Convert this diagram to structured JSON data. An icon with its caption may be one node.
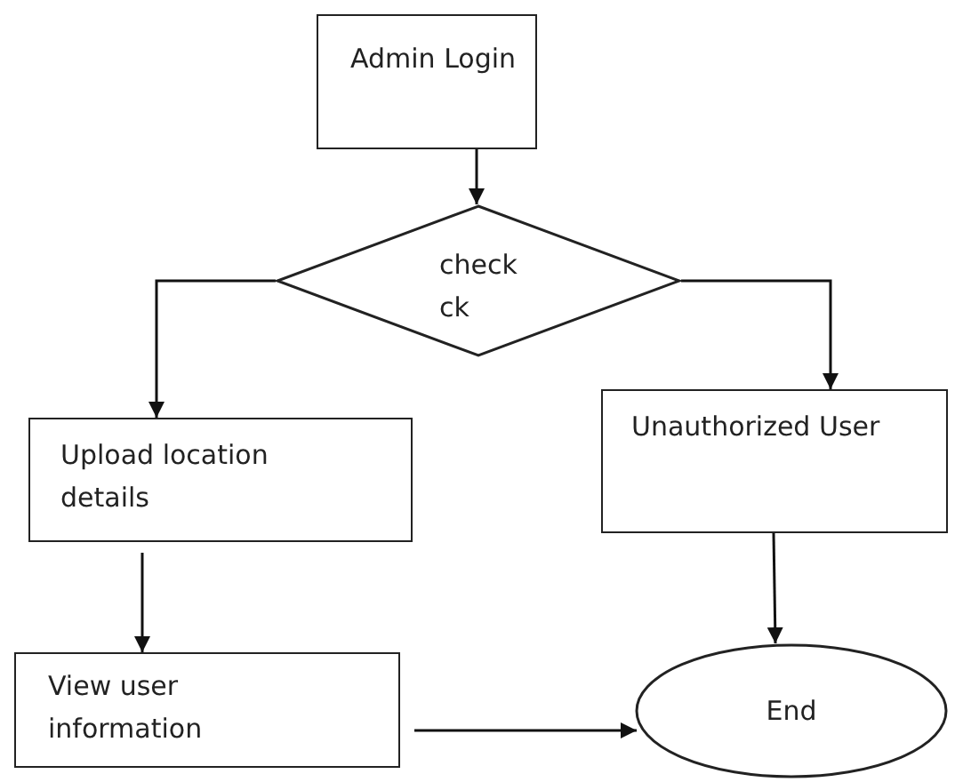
{
  "diagram": {
    "nodes": [
      {
        "text": [
          "Admin Login"
        ]
      },
      {
        "text": [
          "check ck"
        ]
      },
      {
        "text": [
          "Upload location details"
        ]
      },
      {
        "text": [
          "Unauthorized User"
        ]
      },
      {
        "text": [
          "View user information"
        ]
      },
      {
        "text": [
          "End"
        ]
      }
    ],
    "edges": [
      {
        "from": 0,
        "to": 1,
        "arrow": "to"
      },
      {
        "from": 1,
        "to": 2,
        "arrow": "to"
      },
      {
        "from": 1,
        "to": 3,
        "arrow": "to"
      },
      {
        "from": 2,
        "to": 4,
        "arrow": "to"
      },
      {
        "from": 3,
        "to": 5,
        "arrow": "to"
      },
      {
        "from": 4,
        "to": 5,
        "arrow": "to"
      }
    ]
  }
}
